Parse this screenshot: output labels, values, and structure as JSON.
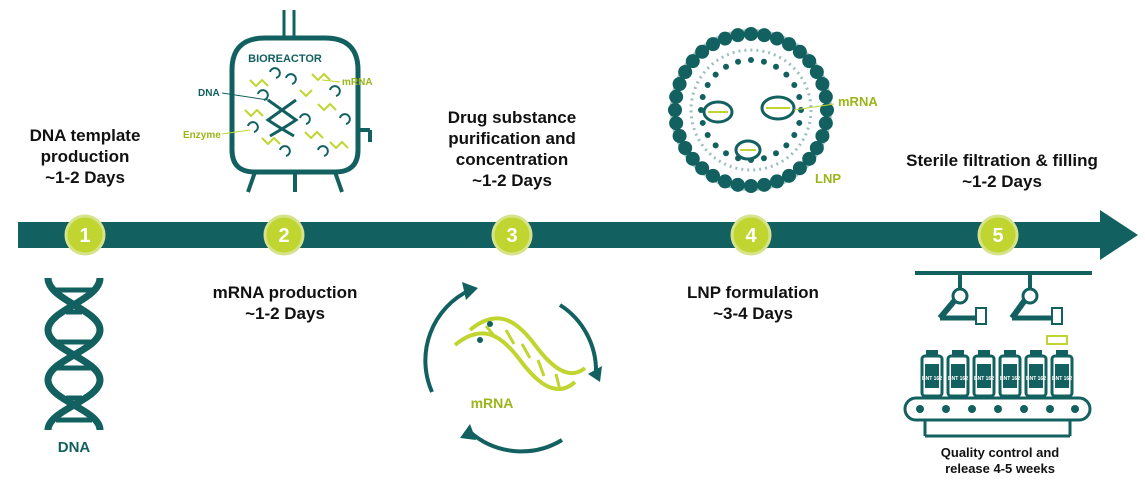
{
  "colors": {
    "teal": "#12605f",
    "lime": "#c0d52f",
    "lime_dark": "#9bb51a"
  },
  "steps": [
    {
      "number": "1",
      "title_lines": [
        "DNA template",
        "production"
      ],
      "duration": "~1-2 Days"
    },
    {
      "number": "2",
      "title_lines": [
        "mRNA production"
      ],
      "duration": "~1-2 Days"
    },
    {
      "number": "3",
      "title_lines": [
        "Drug substance",
        "purification and",
        "concentration"
      ],
      "duration": "~1-2 Days"
    },
    {
      "number": "4",
      "title_lines": [
        "LNP formulation"
      ],
      "duration": "~3-4 Days"
    },
    {
      "number": "5",
      "title_lines": [
        "Sterile filtration & filling"
      ],
      "duration": "~1-2 Days"
    }
  ],
  "illustrations": {
    "dna_helix": {
      "label": "DNA"
    },
    "bioreactor": {
      "title": "BIOREACTOR",
      "dna_label": "DNA",
      "mrna_label": "mRNA",
      "enzyme_label": "Enzyme"
    },
    "mrna_cycle": {
      "label": "mRNA"
    },
    "lnp": {
      "mrna_label": "mRNA",
      "lnp_label": "LNP"
    },
    "filling_line": {
      "vial_label": "BNT 162",
      "caption_lines": [
        "Quality control and",
        "release 4-5 weeks"
      ]
    }
  }
}
